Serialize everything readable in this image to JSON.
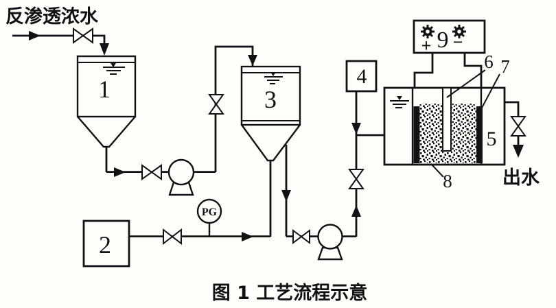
{
  "caption": {
    "text": "图 1  工艺流程示意"
  },
  "streams": {
    "inlet": "反渗透浓水",
    "outlet": "出水"
  },
  "labels": {
    "tank_1": "1",
    "tank_2": "2",
    "tank_3": "3",
    "tank_4": "4",
    "cell_5": "5",
    "electrode_6": "6",
    "electrode_7": "7",
    "bed_8": "8",
    "power_9": "9",
    "gauge": "PG",
    "polarity_plus": "+",
    "polarity_minus": "−"
  },
  "colors": {
    "ink": "#121212",
    "paper": "#fdfdfa"
  }
}
